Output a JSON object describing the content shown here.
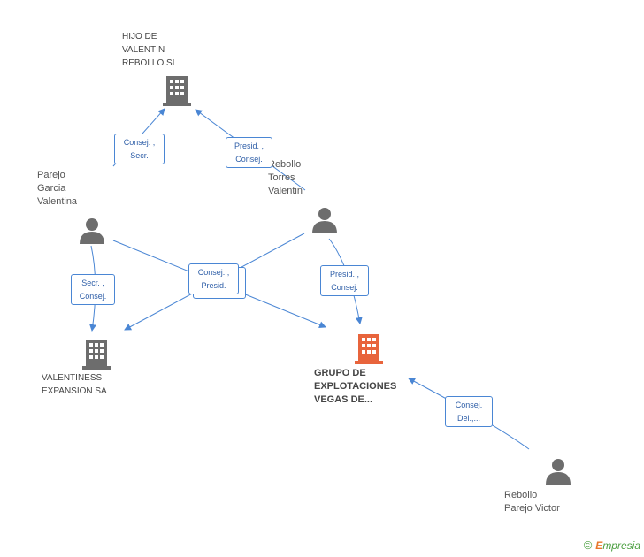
{
  "nodes": {
    "hijo": {
      "lines": [
        "HIJO DE",
        "VALENTIN",
        "REBOLLO SL"
      ]
    },
    "parejo_garcia": {
      "lines": [
        "Parejo",
        "Garcia",
        "Valentina"
      ]
    },
    "rebollo_torres": {
      "lines": [
        "Rebollo",
        "Torres",
        "Valentin"
      ]
    },
    "valentiness": {
      "lines": [
        "VALENTINESS",
        "EXPANSION SA"
      ]
    },
    "grupo": {
      "lines": [
        "GRUPO DE",
        "EXPLOTACIONES",
        "VEGAS DE..."
      ]
    },
    "rebollo_parejo": {
      "lines": [
        "Rebollo",
        "Parejo Victor"
      ]
    }
  },
  "edges": {
    "pg_hijo": [
      "Consej. ,",
      "Secr."
    ],
    "rt_hijo": [
      "Presid. ,",
      "Consej."
    ],
    "pg_val": [
      "Secr. ,",
      "Consej."
    ],
    "center": [
      "Consej. ,",
      "Presid."
    ],
    "rt_grupo": [
      "Presid. ,",
      "Consej."
    ],
    "rp_grupo": [
      "Consej.",
      "Del.,..."
    ]
  },
  "footer": {
    "copyright": "©",
    "brand_first": "E",
    "brand_rest": "mpresia"
  },
  "colors": {
    "edge": "#4a86d4",
    "company": "#6d6d6d",
    "focus_company": "#e8643c",
    "person": "#6d6d6d"
  }
}
